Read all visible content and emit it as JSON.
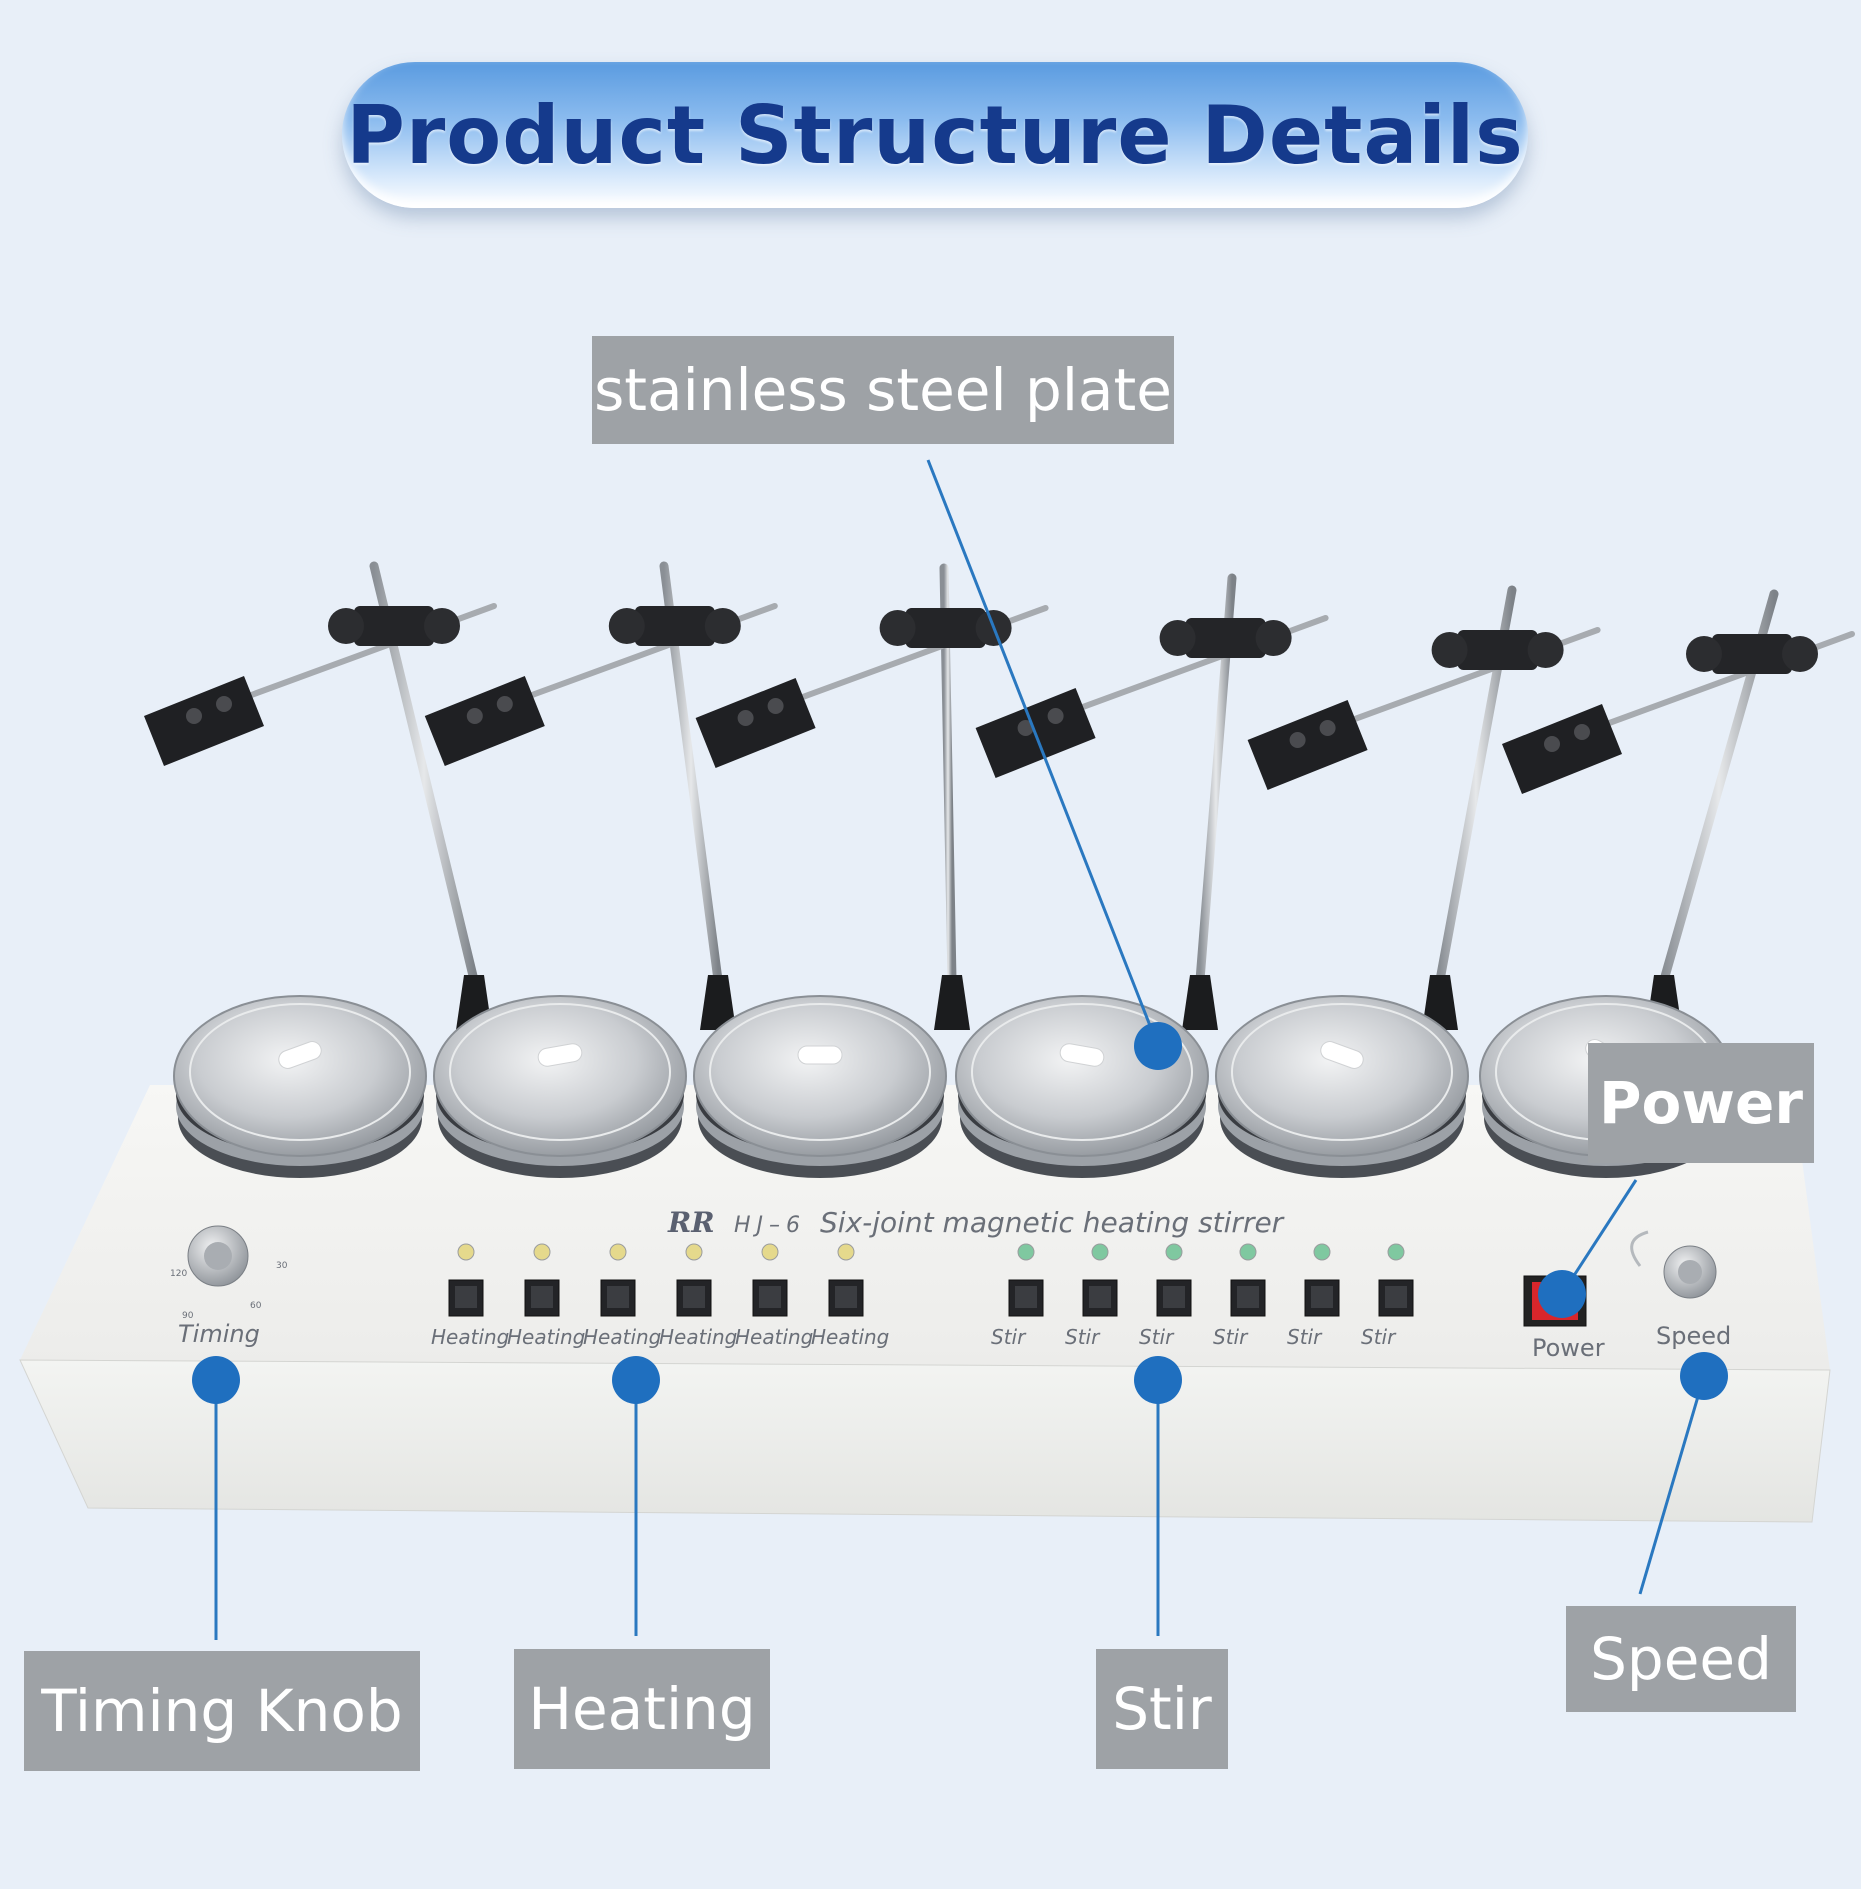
{
  "header": {
    "title": "Product Structure Details"
  },
  "callouts": {
    "plate": "stainless steel plate",
    "power": "Power",
    "timing": "Timing Knob",
    "heating": "Heating",
    "stir": "Stir",
    "speed": "Speed"
  },
  "device": {
    "logo": "RR",
    "model": "HJ–6",
    "name": "Six-joint magnetic heating stirrer",
    "timing_label": "Timing",
    "timer_scale": [
      "120",
      "30",
      "90",
      "60"
    ],
    "heating_labels": [
      "Heating",
      "Heating",
      "Heating",
      "Heating",
      "Heating",
      "Heating"
    ],
    "stir_labels": [
      "Stir",
      "Stir",
      "Stir",
      "Stir",
      "Stir",
      "Stir"
    ],
    "power_label": "Power",
    "speed_label": "Speed"
  },
  "colors": {
    "background": "#e8eff8",
    "title_text": "#153a8c",
    "callout_box": "#9ea2a6",
    "marker_dot": "#1f6fbf",
    "leader_line": "#2a78c0",
    "power_switch": "#d8262b"
  }
}
